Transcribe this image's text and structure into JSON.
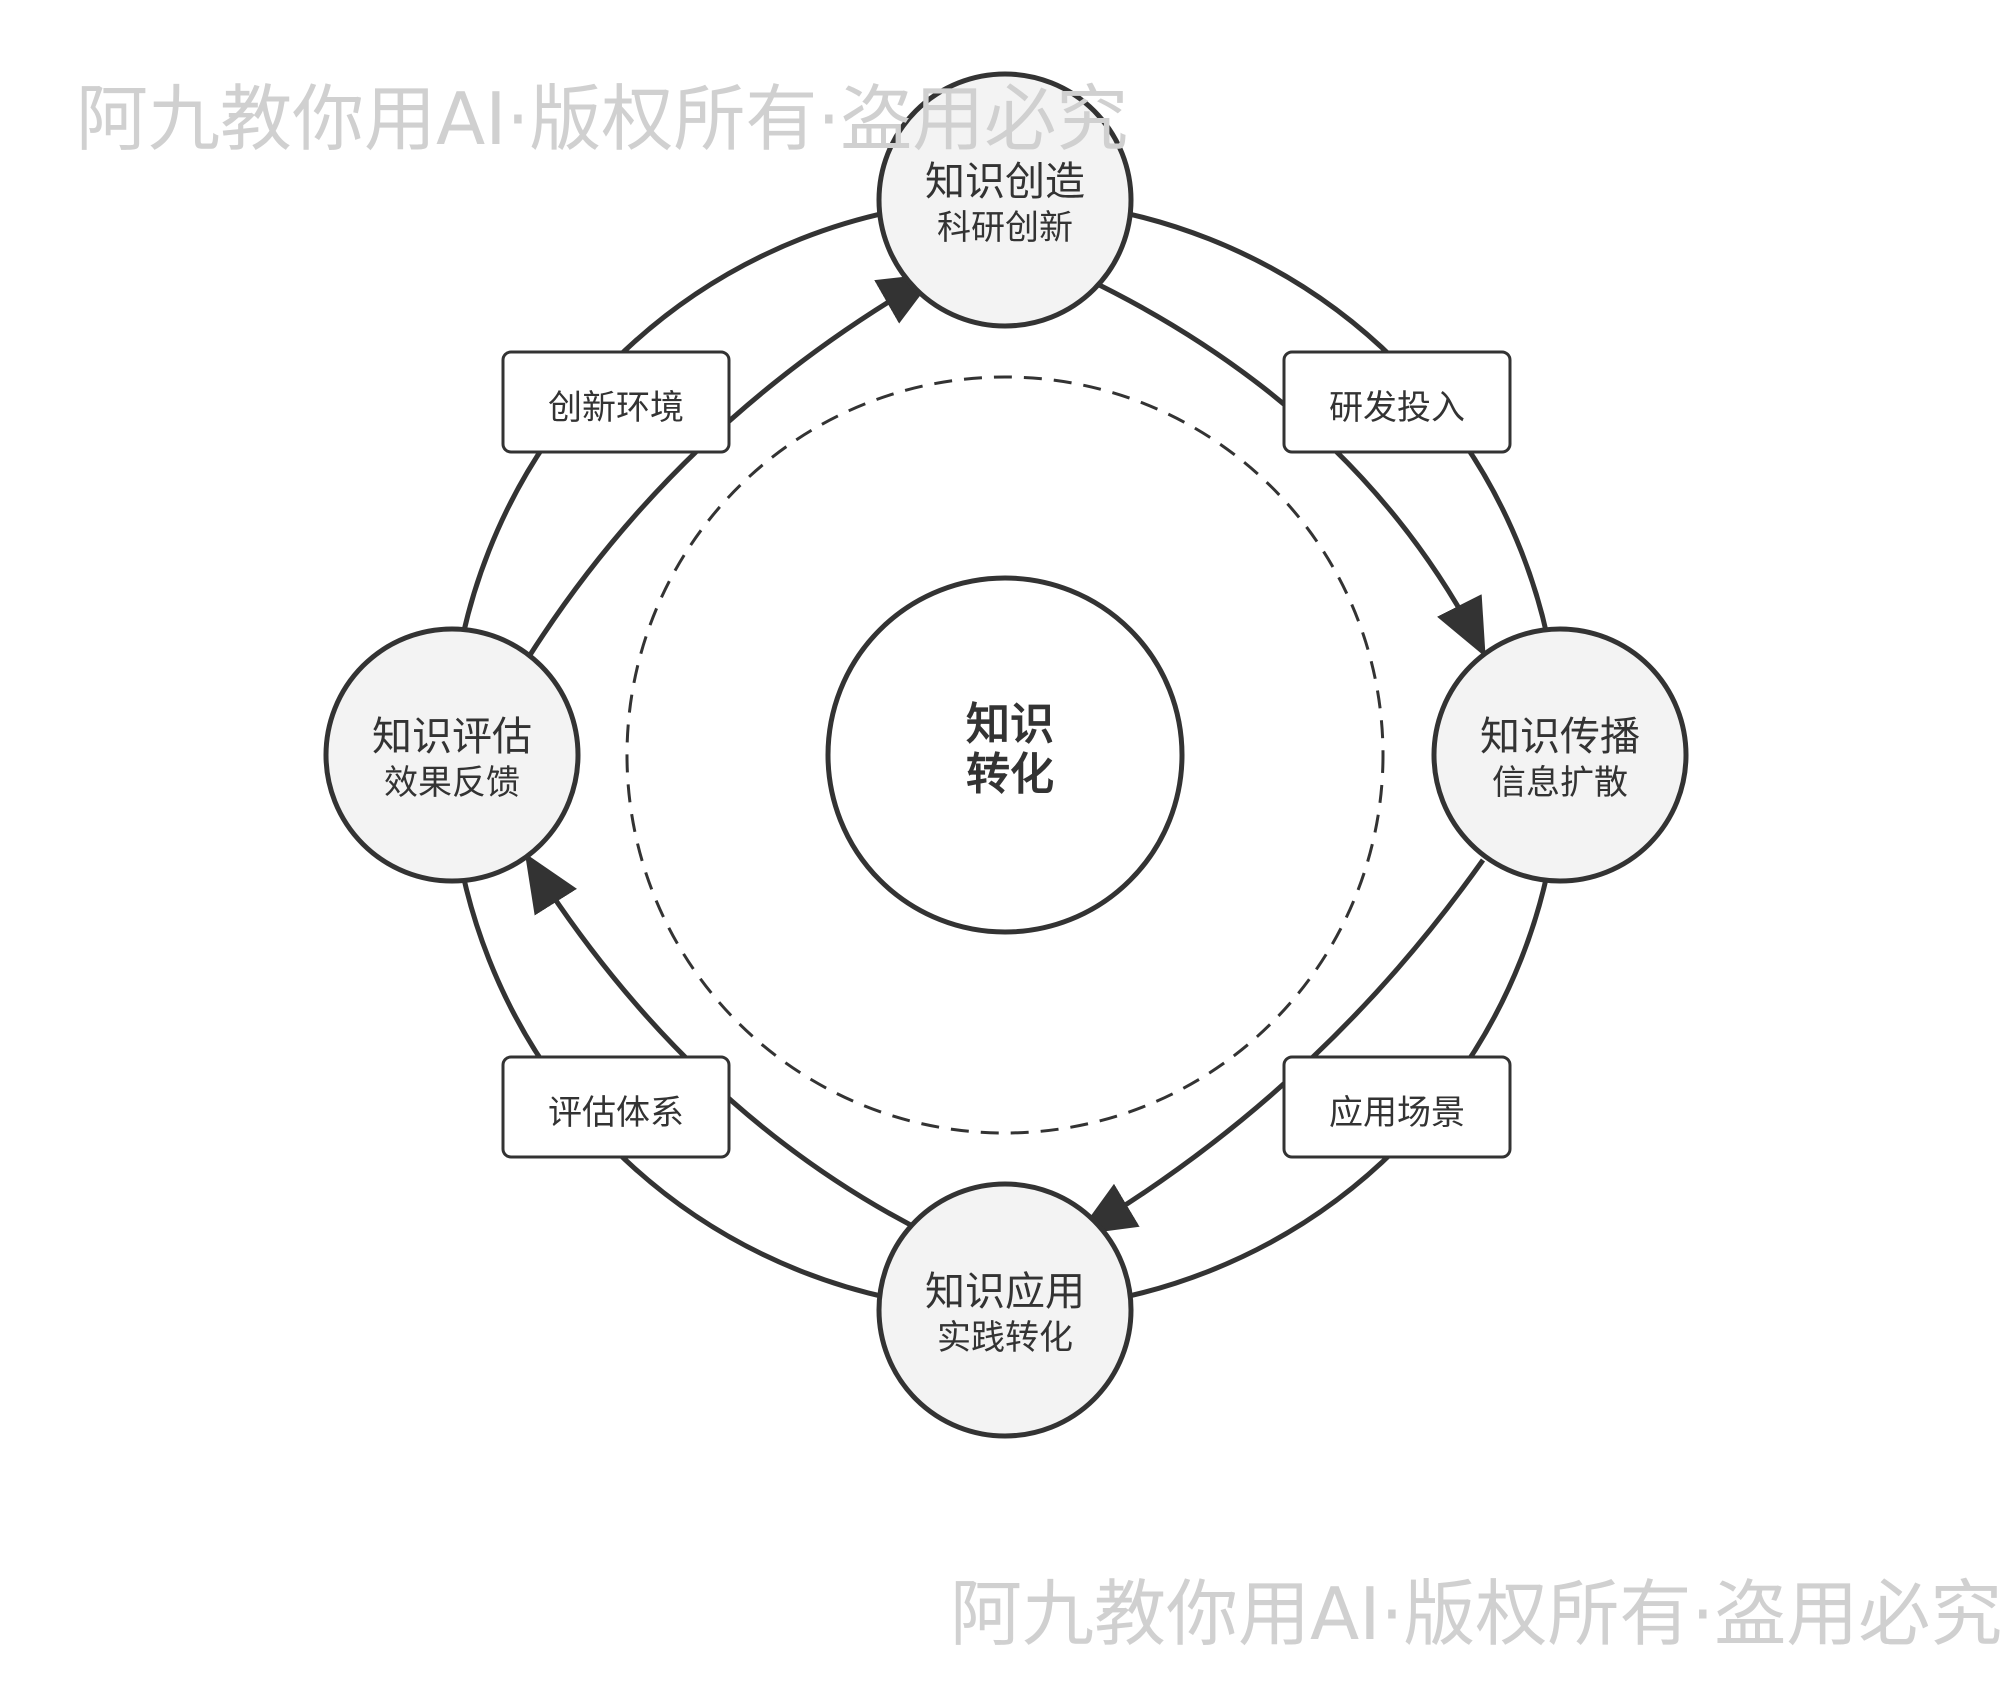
{
  "watermark": "阿九教你用AI·版权所有·盗用必究",
  "center": {
    "line1": "知识",
    "line2": "转化"
  },
  "nodes": {
    "top": {
      "title": "知识创造",
      "subtitle": "科研创新"
    },
    "right": {
      "title": "知识传播",
      "subtitle": "信息扩散"
    },
    "bottom": {
      "title": "知识应用",
      "subtitle": "实践转化"
    },
    "left": {
      "title": "知识评估",
      "subtitle": "效果反馈"
    }
  },
  "edges": {
    "top_right": "研发投入",
    "right_bottom": "应用场景",
    "bottom_left": "评估体系",
    "left_top": "创新环境"
  },
  "colors": {
    "stroke": "#333333",
    "node_fill": "#f3f3f3",
    "watermark": "#d0d0d0"
  }
}
